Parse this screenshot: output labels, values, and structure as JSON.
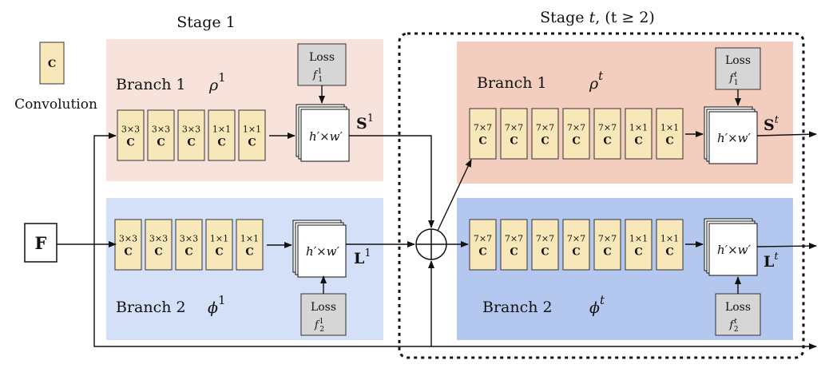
{
  "stage1": {
    "title": "Stage 1",
    "branch1": {
      "label": "Branch 1",
      "symbol": "ρ",
      "sup": "1",
      "layers": [
        "3×3",
        "3×3",
        "3×3",
        "1×1",
        "1×1"
      ],
      "output": "S",
      "output_sup": "1"
    },
    "branch2": {
      "label": "Branch 2",
      "symbol": "ϕ",
      "sup": "1",
      "layers": [
        "3×3",
        "3×3",
        "3×3",
        "1×1",
        "1×1"
      ],
      "output": "L",
      "output_sup": "1"
    },
    "loss1": {
      "label": "Loss",
      "f": "f",
      "sup": "1",
      "sub": "1"
    },
    "loss2": {
      "label": "Loss",
      "f": "f",
      "sup": "1",
      "sub": "2"
    }
  },
  "staget": {
    "title_prefix": "Stage ",
    "title_var": "t",
    "title_cond": ", (t ≥ 2)",
    "branch1": {
      "label": "Branch 1",
      "symbol": "ρ",
      "sup": "t",
      "layers": [
        "7×7",
        "7×7",
        "7×7",
        "7×7",
        "7×7",
        "1×1",
        "1×1"
      ],
      "output": "S",
      "output_sup": "t"
    },
    "branch2": {
      "label": "Branch 2",
      "symbol": "ϕ",
      "sup": "t",
      "layers": [
        "7×7",
        "7×7",
        "7×7",
        "7×7",
        "7×7",
        "1×1",
        "1×1"
      ],
      "output": "L",
      "output_sup": "t"
    },
    "loss1": {
      "label": "Loss",
      "f": "f",
      "sup": "t",
      "sub": "1"
    },
    "loss2": {
      "label": "Loss",
      "f": "f",
      "sup": "t",
      "sub": "2"
    }
  },
  "conv_letter": "C",
  "legend": {
    "letter": "C",
    "label": "Convolution"
  },
  "feature_map": "h′×w′",
  "input": "F",
  "colors": {
    "stage1_branch1_bg": "#f8e3dc",
    "stage1_branch2_bg": "#d3e0f7",
    "staget_branch1_bg": "#f3cdbd",
    "staget_branch2_bg": "#b4c8ef",
    "conv_fill": "#f7e7b9",
    "loss_fill": "#d6d6d6"
  }
}
